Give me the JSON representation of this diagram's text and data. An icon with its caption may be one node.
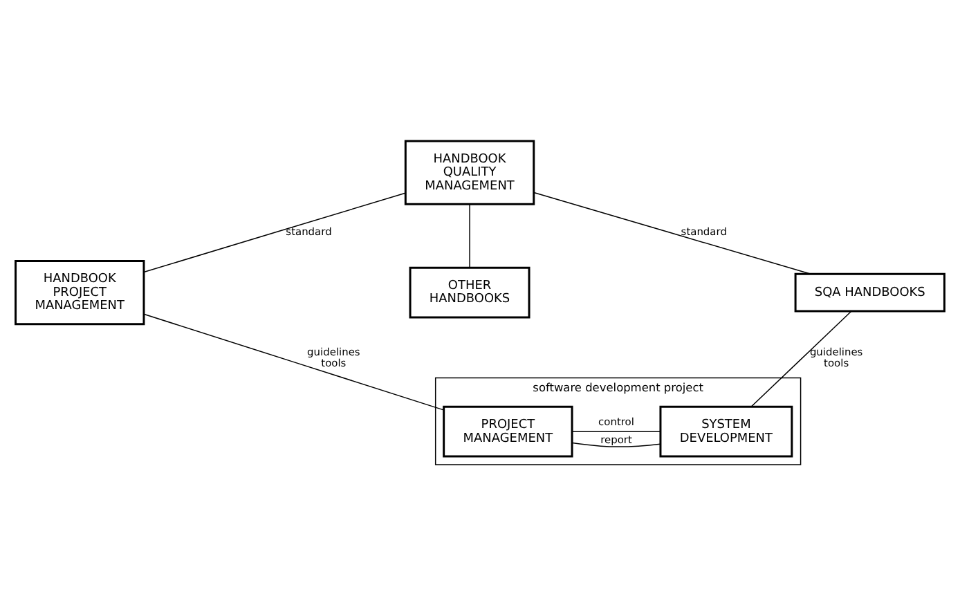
{
  "diagram": {
    "nodes": [
      {
        "text": [
          "HANDBOOK QUALITY MANAGEMENT"
        ]
      },
      {
        "text": [
          "HANDBOOK PROJECT MANAGEMENT"
        ]
      },
      {
        "text": [
          "SQA HANDBOOKS"
        ]
      },
      {
        "text": [
          "OTHER HANDBOOKS"
        ]
      },
      {
        "text": [
          "software development project"
        ]
      },
      {
        "text": [
          "PROJECT MANAGEMENT"
        ],
        "in": 4
      },
      {
        "text": [
          "SYSTEM DEVELOPMENT"
        ],
        "in": 4
      }
    ],
    "edges": [
      {
        "from": 0,
        "to": 1,
        "arrow": "none",
        "label": "standard"
      },
      {
        "from": 0,
        "to": 2,
        "arrow": "none",
        "label": "standard"
      },
      {
        "from": 0,
        "to": 3,
        "arrow": "none"
      },
      {
        "from": 1,
        "to": 5,
        "arrow": "none",
        "label": "guidelines tools"
      },
      {
        "from": 2,
        "to": 6,
        "arrow": "none",
        "label": "guidelines tools"
      },
      {
        "from": 5,
        "to": 6,
        "arrow": "none",
        "label": "control"
      },
      {
        "from": 5,
        "to": 6,
        "arrow": "none",
        "label": "report"
      }
    ]
  }
}
